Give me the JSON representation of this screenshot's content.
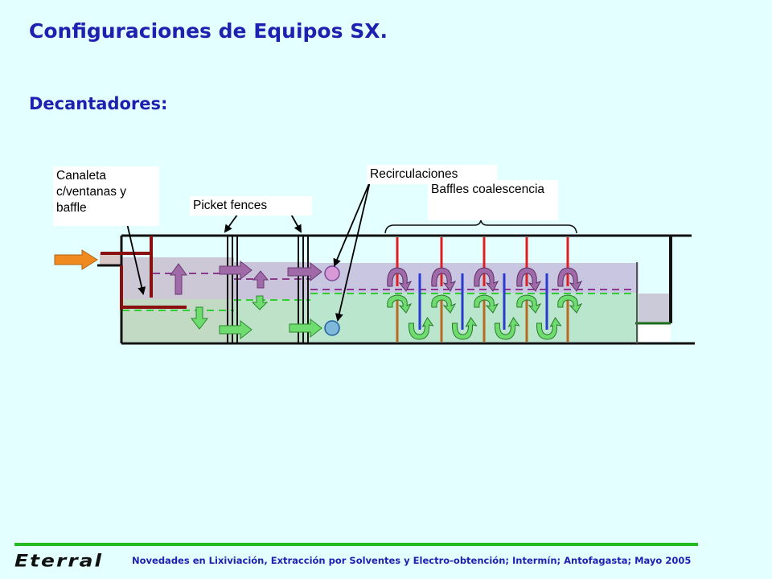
{
  "slide": {
    "title": "Configuraciones de Equipos SX.",
    "subtitle": "Decantadores:"
  },
  "callouts": {
    "canaleta": "Canaleta c/ventanas y baffle",
    "picket": "Picket fences",
    "recirculaciones": "Recirculaciones",
    "baffles": "Baffles coalescencia"
  },
  "footer": {
    "logo": "Eterral",
    "text": "Novedades en Lixiviación, Extracción por Solventes y Electro-obtención;  Intermín;  Antofagasta;  Mayo 2005"
  },
  "colors": {
    "title": "#1f1fb0",
    "background": "#e3ffff",
    "organic_phase": "#cbcbe6",
    "aqueous_phase": "#b9e8cd",
    "organic_arrow": "#a06aa8",
    "aqueous_arrow": "#6fdc6f",
    "feed_arrow": "#f08a20",
    "baffle_red": "#e02020",
    "baffle_blue": "#2a3ad0",
    "baffle_brown": "#b86a20",
    "footer_bar": "#22bb22"
  },
  "icons": {
    "feed": "feed-arrow",
    "organic_recirculation": "organic-recirculation-circle",
    "aqueous_recirculation": "aqueous-recirculation-circle"
  }
}
